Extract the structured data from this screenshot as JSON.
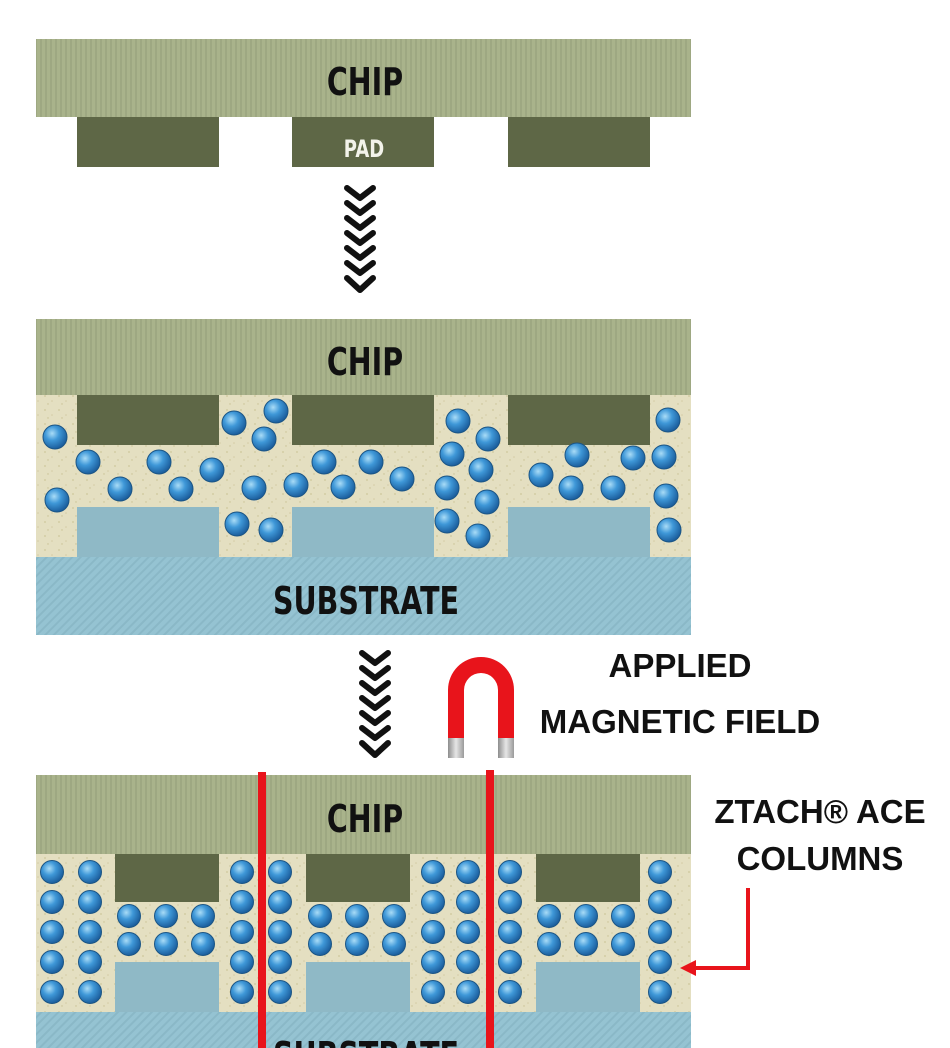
{
  "labels": {
    "chip": "CHIP",
    "pad": "PAD",
    "substrate": "SUBSTRATE",
    "applied": "APPLIED",
    "magnetic_field": "MAGNETIC FIELD",
    "columns_line1": "ZTACH® ACE",
    "columns_line2": "COLUMNS"
  },
  "colors": {
    "chip": "#a9b38b",
    "pad": "#5e6746",
    "substrate": "#95c3d2",
    "substrate_pad": "#8fb9c6",
    "adhesive": "#e4dfc1",
    "particle": "#3b8fd0",
    "column_line": "#e8141b",
    "magnet": "#e8141b"
  }
}
